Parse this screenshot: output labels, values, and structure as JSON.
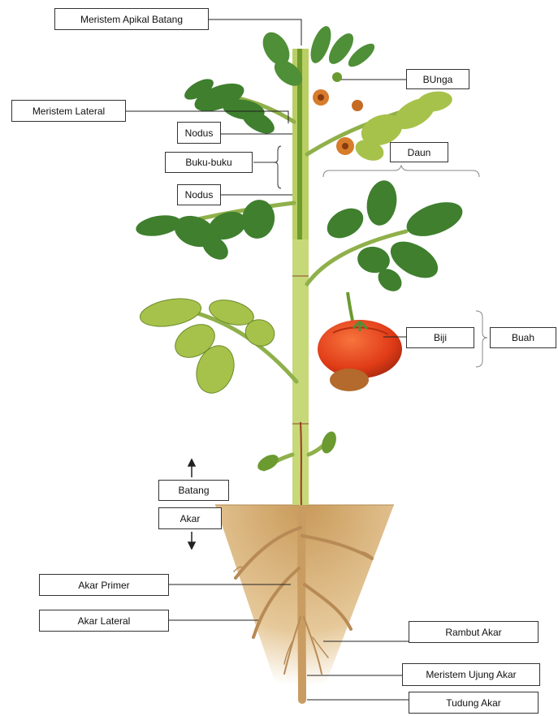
{
  "labels": {
    "meristem_apikal_batang": "Meristem Apikal Batang",
    "bunga": "BUnga",
    "meristem_lateral": "Meristem  Lateral",
    "nodus_top": "Nodus",
    "daun": "Daun",
    "buku_buku": "Buku-buku",
    "nodus_bottom": "Nodus",
    "biji": "Biji",
    "buah": "Buah",
    "batang": "Batang",
    "akar": "Akar",
    "akar_primer": "Akar Primer",
    "akar_lateral": "Akar Lateral",
    "rambut_akar": "Rambut Akar",
    "meristem_ujung_akar": "Meristem  Ujung Akar",
    "tudung_akar": "Tudung Akar"
  },
  "colors": {
    "stem": "#b9cf63",
    "stem_core": "#6f9a2c",
    "leaf_dark": "#3f7f2e",
    "leaf_light": "#a7c24a",
    "fruit": "#e2431c",
    "soil": "#d8b074",
    "root": "#c0955e"
  }
}
